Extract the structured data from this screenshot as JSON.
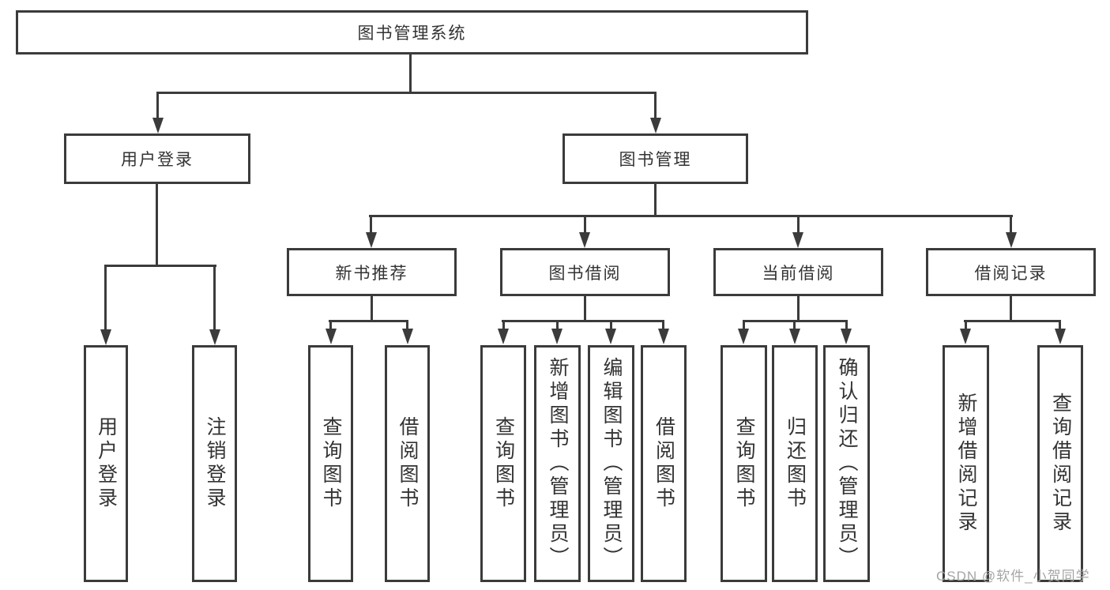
{
  "diagram_type": "hierarchy-tree",
  "tree": {
    "label": "图书管理系统",
    "children": [
      {
        "label": "用户登录",
        "children": [
          {
            "label": "用户登录"
          },
          {
            "label": "注销登录"
          }
        ]
      },
      {
        "label": "图书管理",
        "children": [
          {
            "label": "新书推荐",
            "children": [
              {
                "label": "查询图书"
              },
              {
                "label": "借阅图书"
              }
            ]
          },
          {
            "label": "图书借阅",
            "children": [
              {
                "label": "查询图书"
              },
              {
                "label": "新增图书（管理员）"
              },
              {
                "label": "编辑图书（管理员）"
              },
              {
                "label": "借阅图书"
              }
            ]
          },
          {
            "label": "当前借阅",
            "children": [
              {
                "label": "查询图书"
              },
              {
                "label": "归还图书"
              },
              {
                "label": "确认归还（管理员）"
              }
            ]
          },
          {
            "label": "借阅记录",
            "children": [
              {
                "label": "新增借阅记录"
              },
              {
                "label": "查询借阅记录"
              }
            ]
          }
        ]
      }
    ]
  },
  "watermark": {
    "text": "CSDN @软件_小贺同学"
  },
  "colors": {
    "line": "#3b3b3b",
    "border": "#3b3b3b",
    "text": "#333333",
    "background": "#ffffff",
    "watermark": "#a5a5a5"
  }
}
